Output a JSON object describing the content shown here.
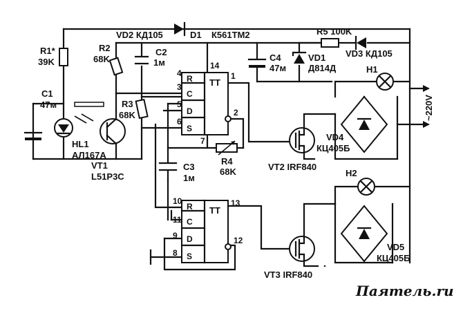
{
  "labels": {
    "vd2": "VD2 КД105",
    "d1": "D1",
    "chip1": "К561ТМ2",
    "r5": "R5 100K",
    "vd3": "VD3 КД105",
    "r1": "R1*",
    "r1v": "39K",
    "r2": "R2",
    "r2v": "68K",
    "c2": "C2",
    "c2v": "1м",
    "c4": "C4",
    "c4v": "47м",
    "vd1": "VD1",
    "vd1v": "Д814Д",
    "h1": "H1",
    "h2": "H2",
    "mains": "~220V",
    "c1": "C1",
    "c1v": "47м",
    "r3": "R3",
    "r3v": "68K",
    "hl1": "HL1",
    "hl1v": "АЛ167А",
    "vt1": "VT1",
    "vt1v": "L51P3C",
    "c3": "C3",
    "c3v": "1м",
    "r4": "R4",
    "r4v": "68K",
    "vt2": "VT2 IRF840",
    "vd4": "VD4",
    "vd4v": "КЦ405Б",
    "vt3": "VT3 IRF840",
    "vd5": "VD5",
    "vd5v": "КЦ405Б",
    "tt1": "TT",
    "tt2": "TT",
    "watermark": "Паятель.ru"
  },
  "pins": {
    "p4": "4",
    "p3": "3",
    "p5": "5",
    "p6": "6",
    "p14": "14",
    "p1": "1",
    "p2": "2",
    "p7": "7",
    "p10": "10",
    "p11": "11",
    "p9": "9",
    "p8": "8",
    "p13": "13",
    "p12": "12",
    "r": "R",
    "c": "C",
    "d": "D",
    "s": "S",
    "r2x": "R",
    "c2x": "C",
    "d2x": "D",
    "s2x": "S"
  },
  "colors": {
    "ink": "#111111",
    "paper": "#ffffff"
  }
}
